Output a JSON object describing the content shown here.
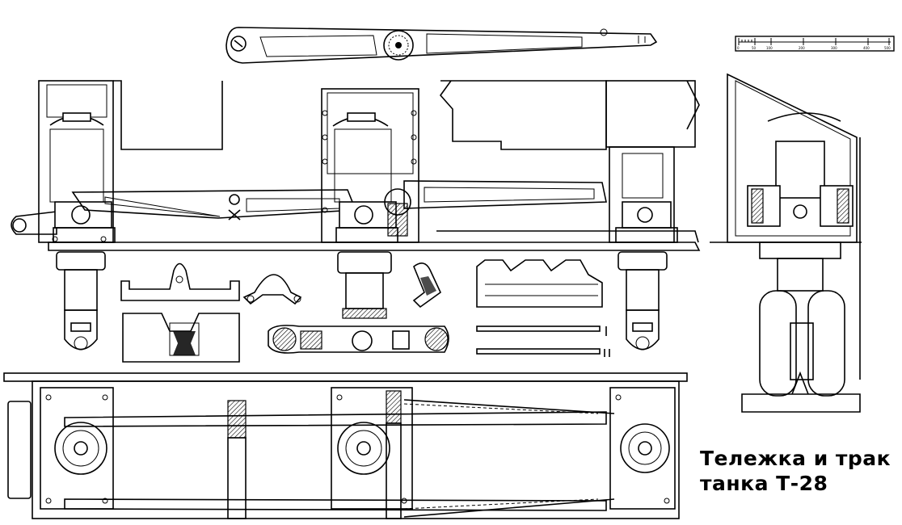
{
  "caption": {
    "line1": "Тележка и трак",
    "line2": "танка Т-28"
  },
  "scale_bar": {
    "ticks": [
      "0",
      "50",
      "100",
      "200",
      "300",
      "400",
      "500"
    ]
  },
  "colors": {
    "ink": "#000000",
    "paper": "#ffffff"
  }
}
